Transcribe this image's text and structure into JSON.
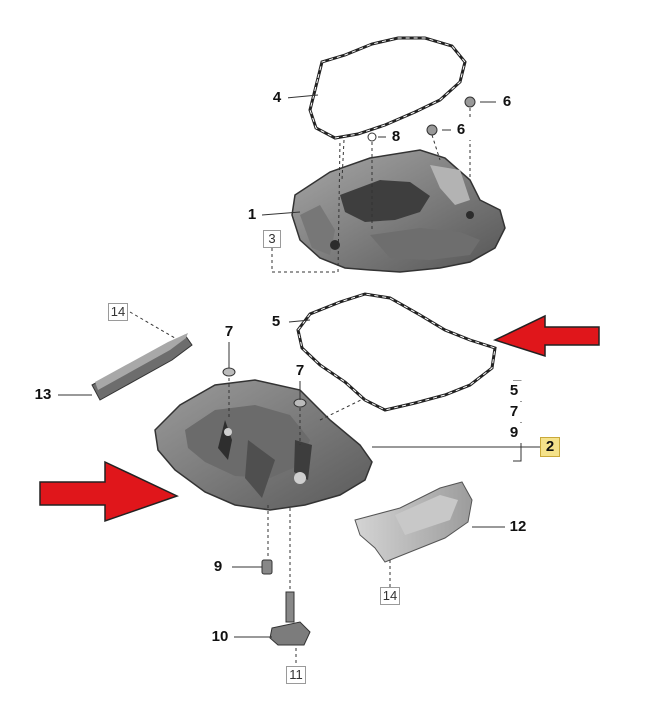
{
  "callouts": {
    "c1": "1",
    "c2": "2",
    "c3": "3",
    "c4": "4",
    "c5": "5",
    "c6a": "6",
    "c6b": "6",
    "c7a": "7",
    "c7b": "7",
    "c8": "8",
    "c9": "9",
    "c10": "10",
    "c11": "11",
    "c12": "12",
    "c13": "13",
    "c14a": "14",
    "c14b": "14",
    "group2": {
      "a": "5",
      "b": "7",
      "c": "9"
    }
  },
  "colors": {
    "arrow": "#e0161b",
    "highlight": "#f5e28a",
    "part_fill": "#8a8a8a",
    "part_dark": "#4a4a4a"
  }
}
